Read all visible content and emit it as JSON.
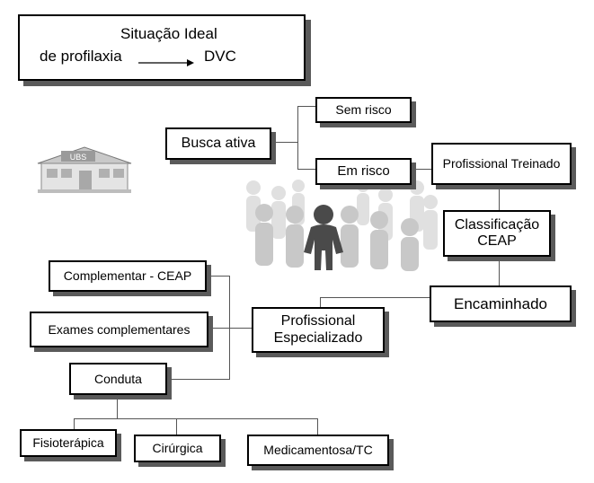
{
  "title": {
    "line1": "Situação Ideal",
    "line2_left": "de profilaxia",
    "line2_right": "DVC"
  },
  "boxes": {
    "busca_ativa": "Busca ativa",
    "sem_risco": "Sem risco",
    "em_risco": "Em risco",
    "profissional_treinado": "Profissional Treinado",
    "classificacao_ceap": "Classificação CEAP",
    "encaminhado": "Encaminhado",
    "profissional_especializado": "Profissional Especializado",
    "complementar_ceap": "Complementar - CEAP",
    "exames_complementares": "Exames complementares",
    "conduta": "Conduta",
    "fisioterapica": "Fisioterápica",
    "cirurgica": "Cirúrgica",
    "medicamentosa": "Medicamentosa/TC"
  },
  "ubs_sign": "UBS",
  "colors": {
    "border": "#000000",
    "shadow": "#5a5a5a",
    "connector": "#555555",
    "person_dark": "#4a4a4a",
    "person_light": "#d8d8d8"
  }
}
